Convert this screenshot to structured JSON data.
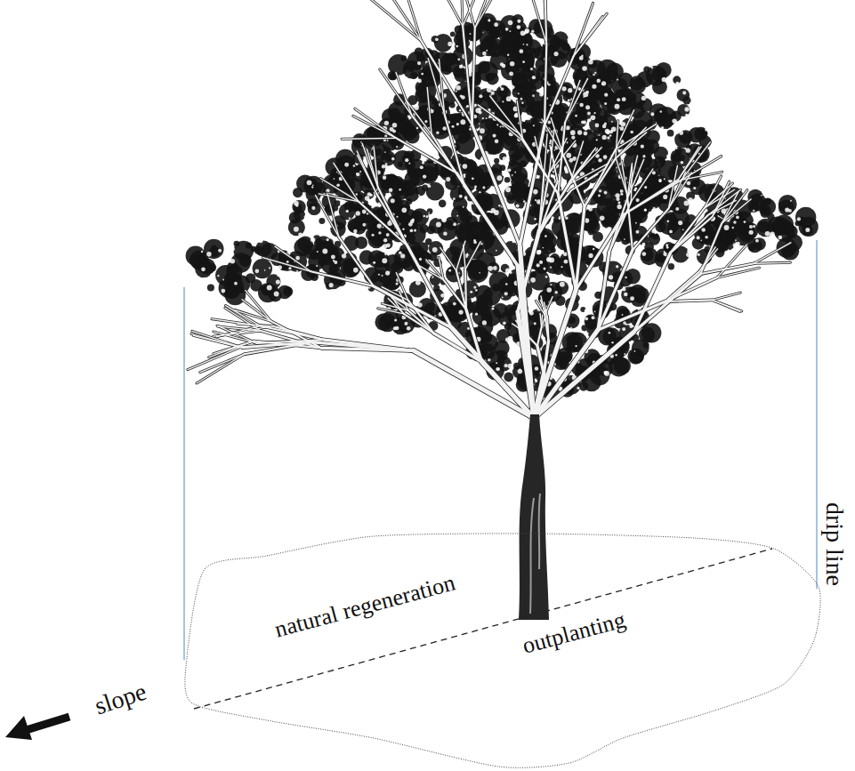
{
  "diagram": {
    "nodes": [
      {
        "text": [
          "natural regeneration",
          "outplanting"
        ]
      }
    ],
    "labels": [
      "drip line",
      "slope"
    ]
  }
}
